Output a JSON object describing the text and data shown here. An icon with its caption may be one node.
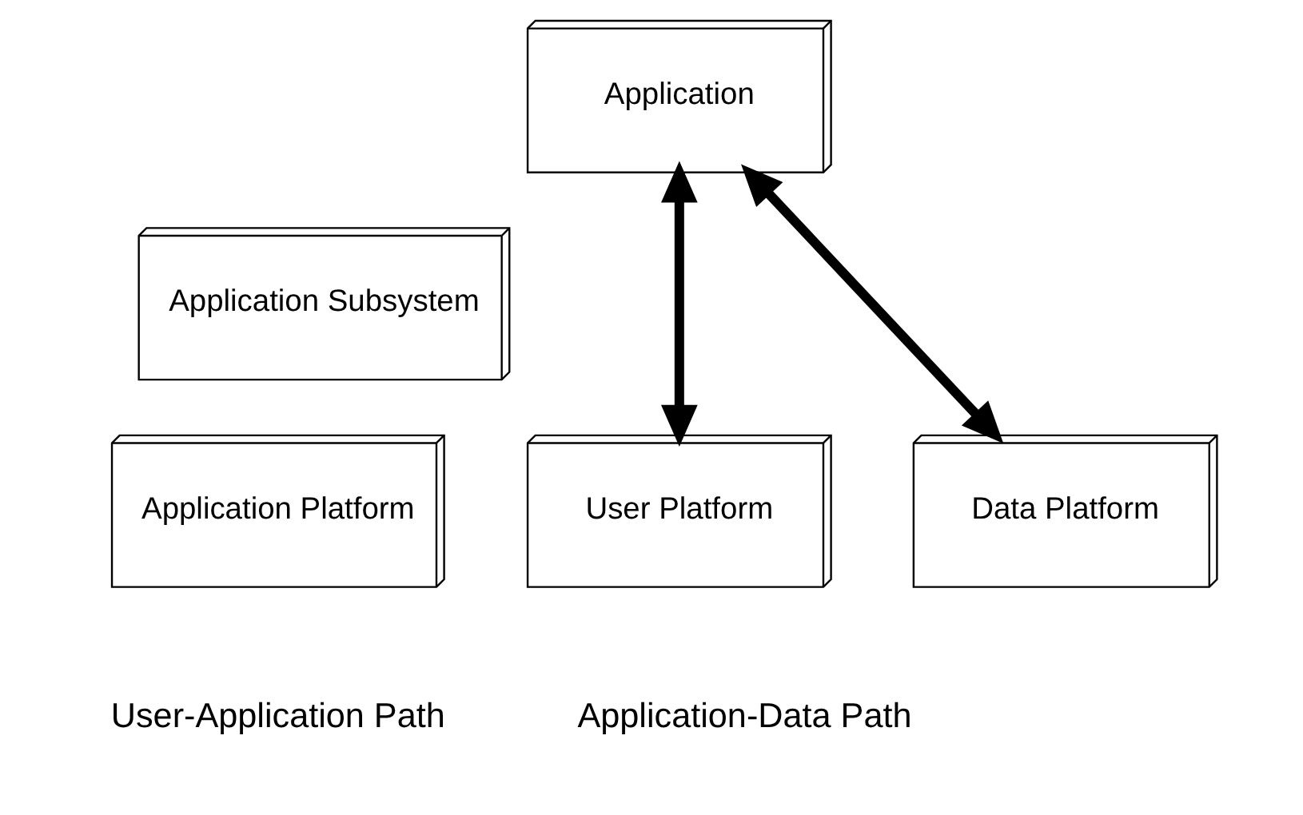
{
  "diagram": {
    "nodes": [
      {
        "text": [
          "Application"
        ]
      },
      {
        "text": [
          "Application Subsystem"
        ]
      },
      {
        "text": [
          "User Platform"
        ]
      },
      {
        "text": [
          "Application Platform"
        ]
      },
      {
        "text": [
          "Data Platform"
        ]
      }
    ],
    "edges": [
      {
        "from": 2,
        "to": 0,
        "arrow": "both"
      },
      {
        "from": 0,
        "to": 4,
        "arrow": "both"
      }
    ],
    "labels": [
      "User-Application Path",
      "Application-Data Path"
    ]
  }
}
